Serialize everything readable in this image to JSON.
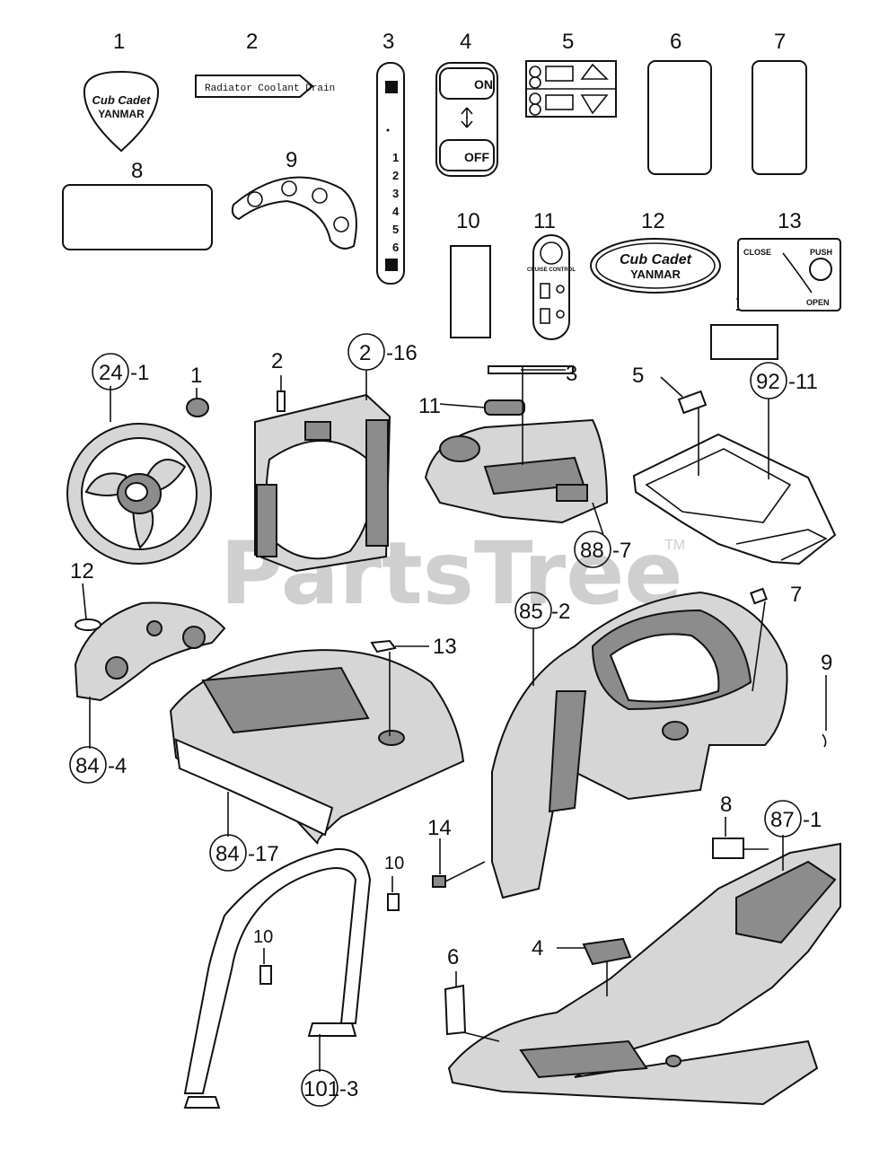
{
  "watermark": {
    "text": "PartsTree",
    "tm": "TM"
  },
  "decals": [
    {
      "num": "1"
    },
    {
      "num": "2"
    },
    {
      "num": "3"
    },
    {
      "num": "4"
    },
    {
      "num": "5"
    },
    {
      "num": "6"
    },
    {
      "num": "7"
    },
    {
      "num": "8"
    },
    {
      "num": "9"
    },
    {
      "num": "10"
    },
    {
      "num": "11"
    },
    {
      "num": "12"
    },
    {
      "num": "13"
    },
    {
      "num": "14"
    }
  ],
  "decal_text": {
    "badge_line1": "Cub Cadet",
    "badge_line2": "YANMAR",
    "radiator": "Radiator Coolant Drain",
    "on": "ON",
    "off": "OFF",
    "speed_marks": [
      "1",
      "2",
      "3",
      "4",
      "5",
      "6"
    ],
    "cruise": "CRUISE CONTROL",
    "close": "CLOSE",
    "push": "PUSH",
    "open": "OPEN"
  },
  "callouts": {
    "steering": {
      "circle": "24",
      "suffix": "-1"
    },
    "steering_decal": "1",
    "grille_decal": "2",
    "grille": {
      "circle": "2",
      "suffix": "-16"
    },
    "dash_strip": "3",
    "dash_decal": "11",
    "dash": {
      "circle": "88",
      "suffix": "-7"
    },
    "tray_decal": "5",
    "tray": {
      "circle": "92",
      "suffix": "-11"
    },
    "headlight_decal": "12",
    "headlight": {
      "circle": "84",
      "suffix": "-4"
    },
    "hood_decal": "13",
    "hood": {
      "circle": "84",
      "suffix": "-17"
    },
    "console": {
      "circle": "85",
      "suffix": "-2"
    },
    "console_decal_7": "7",
    "console_decal_9": "9",
    "console_decal_14": "14",
    "rops_decal_a": "10",
    "rops_decal_b": "10",
    "rops": {
      "circle": "101",
      "suffix": "-3"
    },
    "fender_decal_8": "8",
    "fender": {
      "circle": "87",
      "suffix": "-1"
    },
    "fender_decal_4": "4",
    "fender_decal_6": "6"
  }
}
